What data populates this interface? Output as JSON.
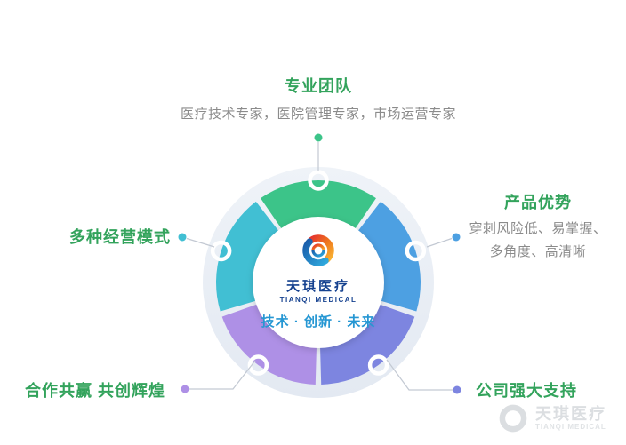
{
  "chart_data": {
    "type": "pie",
    "donut": true,
    "legend": "none",
    "title": "天琪医疗宣传图 - 五大优势",
    "segments": [
      {
        "label": "专业团队",
        "value": 20,
        "color": "#3cc489",
        "mid_angle_deg": 90
      },
      {
        "label": "产品优势",
        "value": 20,
        "color": "#4da0e2",
        "mid_angle_deg": 18
      },
      {
        "label": "公司强大支持",
        "value": 20,
        "color": "#7d85e0",
        "mid_angle_deg": 306
      },
      {
        "label": "合作共赢 共创辉煌",
        "value": 20,
        "color": "#ae90e6",
        "mid_angle_deg": 234
      },
      {
        "label": "多种经营模式",
        "value": 20,
        "color": "#41bfd3",
        "mid_angle_deg": 162
      }
    ]
  },
  "labels": {
    "top": {
      "title": "专业团队",
      "subtitle": "医疗技术专家，医院管理专家，市场运营专家"
    },
    "right": {
      "title": "产品优势",
      "subtitle_line1": "穿刺风险低、易掌握、",
      "subtitle_line2": "多角度、高清晰"
    },
    "left": {
      "title": "多种经营模式"
    },
    "bottom_left": {
      "title": "合作共赢 共创辉煌"
    },
    "bottom_right": {
      "title": "公司强大支持"
    }
  },
  "center": {
    "brand_cn": "天琪医疗",
    "brand_en": "TIANQI MEDICAL",
    "slogan": "技术 · 创新 · 未来"
  },
  "watermark": {
    "brand_cn": "天琪医疗",
    "brand_en": "TIANQI MEDICAL"
  },
  "colors": {
    "heading_green": "#33a35c",
    "body_gray": "#8b8b8b",
    "brand_navy": "#15418f",
    "slogan_blue": "#2697d3",
    "connector_gray": "#c3c9d3",
    "halo_top": "#eff3f8",
    "halo_bottom": "#e3e9f2",
    "watermark_gray": "#d8dbde"
  }
}
